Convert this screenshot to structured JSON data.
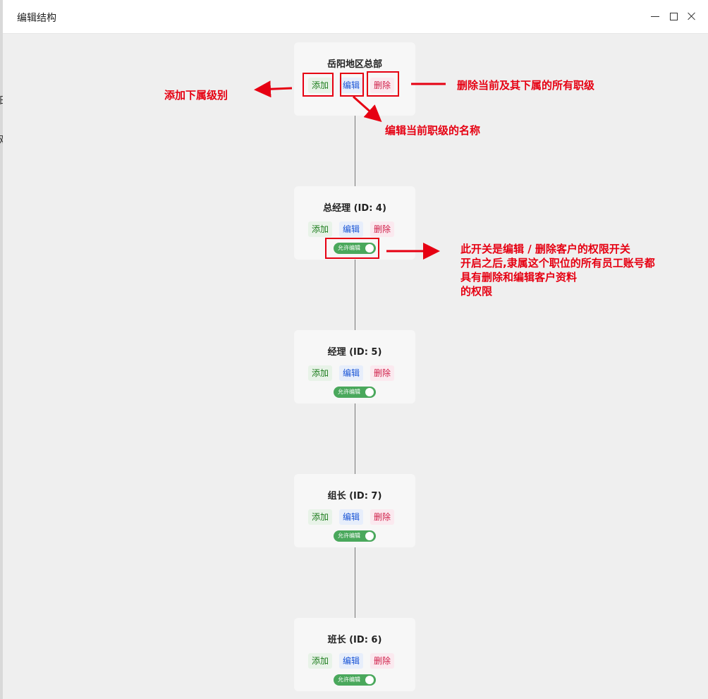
{
  "window": {
    "title": "编辑结构",
    "controls": [
      "minimize-icon",
      "maximize-icon",
      "close-icon"
    ]
  },
  "behind_glyphs": [
    "日",
    "双"
  ],
  "nodes": [
    {
      "title": "岳阳地区总部",
      "add_label": "添加",
      "edit_label": "编辑",
      "delete_label": "删除",
      "has_toggle": false
    },
    {
      "title": "总经理 (ID: 4)",
      "add_label": "添加",
      "edit_label": "编辑",
      "delete_label": "删除",
      "has_toggle": true,
      "toggle_label": "允许编辑",
      "toggle_on": true
    },
    {
      "title": "经理 (ID: 5)",
      "add_label": "添加",
      "edit_label": "编辑",
      "delete_label": "删除",
      "has_toggle": true,
      "toggle_label": "允许编辑",
      "toggle_on": true
    },
    {
      "title": "组长 (ID: 7)",
      "add_label": "添加",
      "edit_label": "编辑",
      "delete_label": "删除",
      "has_toggle": true,
      "toggle_label": "允许编辑",
      "toggle_on": true
    },
    {
      "title": "班长 (ID: 6)",
      "add_label": "添加",
      "edit_label": "编辑",
      "delete_label": "删除",
      "has_toggle": true,
      "toggle_label": "允许编辑",
      "toggle_on": true
    }
  ],
  "annotations": {
    "add": "添加下属级别",
    "edit": "编辑当前职级的名称",
    "delete": "删除当前及其下属的所有职级",
    "toggle_lines": [
      "此开关是编辑 / 删除客户的权限开关",
      "开启之后,隶属这个职位的所有员工账号都",
      "具有删除和编辑客户资料",
      "的权限"
    ],
    "color": "#e60012"
  },
  "colors": {
    "add": "#1e7d1e",
    "edit": "#1a55d6",
    "delete": "#d0204a",
    "toggle": "#4aa85c"
  }
}
